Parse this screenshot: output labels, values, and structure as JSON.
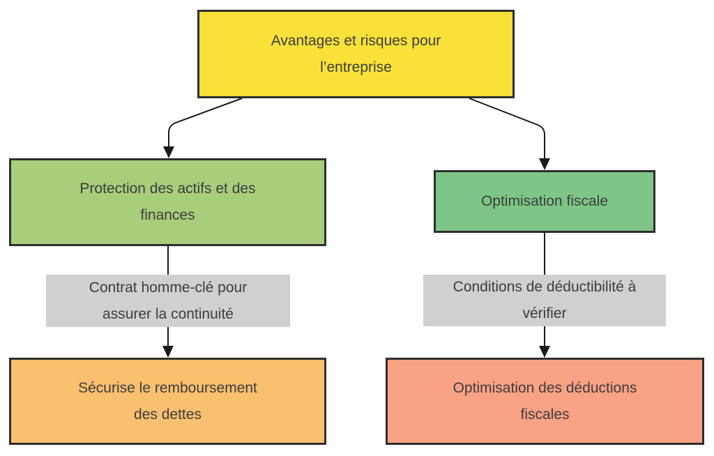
{
  "diagram": {
    "background_color": "#FFFFFF",
    "line_color": "#1A1A1A",
    "border_color": "#2E2E2E",
    "text_color": "#3C3C3C",
    "nodes": {
      "root": {
        "lines": [
          "Avantages et risques pour",
          "l’entreprise"
        ],
        "fill": "#F9E13A"
      },
      "protection": {
        "lines": [
          "Protection des actifs et des",
          "finances"
        ],
        "fill": "#A8CE7C"
      },
      "fiscale": {
        "lines": [
          "Optimisation fiscale"
        ],
        "fill": "#7EC687"
      },
      "securise": {
        "lines": [
          "Sécurise le remboursement",
          "des dettes"
        ],
        "fill": "#F9C06F"
      },
      "deductions": {
        "lines": [
          "Optimisation des déductions",
          "fiscales"
        ],
        "fill": "#FAA284"
      }
    },
    "edge_labels": {
      "contrat": {
        "lines": [
          "Contrat homme-clé pour",
          "assurer la continuité"
        ],
        "fill": "#D0D0D0"
      },
      "conditions": {
        "lines": [
          "Conditions de déductibilité à",
          "vérifier"
        ],
        "fill": "#D0D0D0"
      }
    }
  }
}
